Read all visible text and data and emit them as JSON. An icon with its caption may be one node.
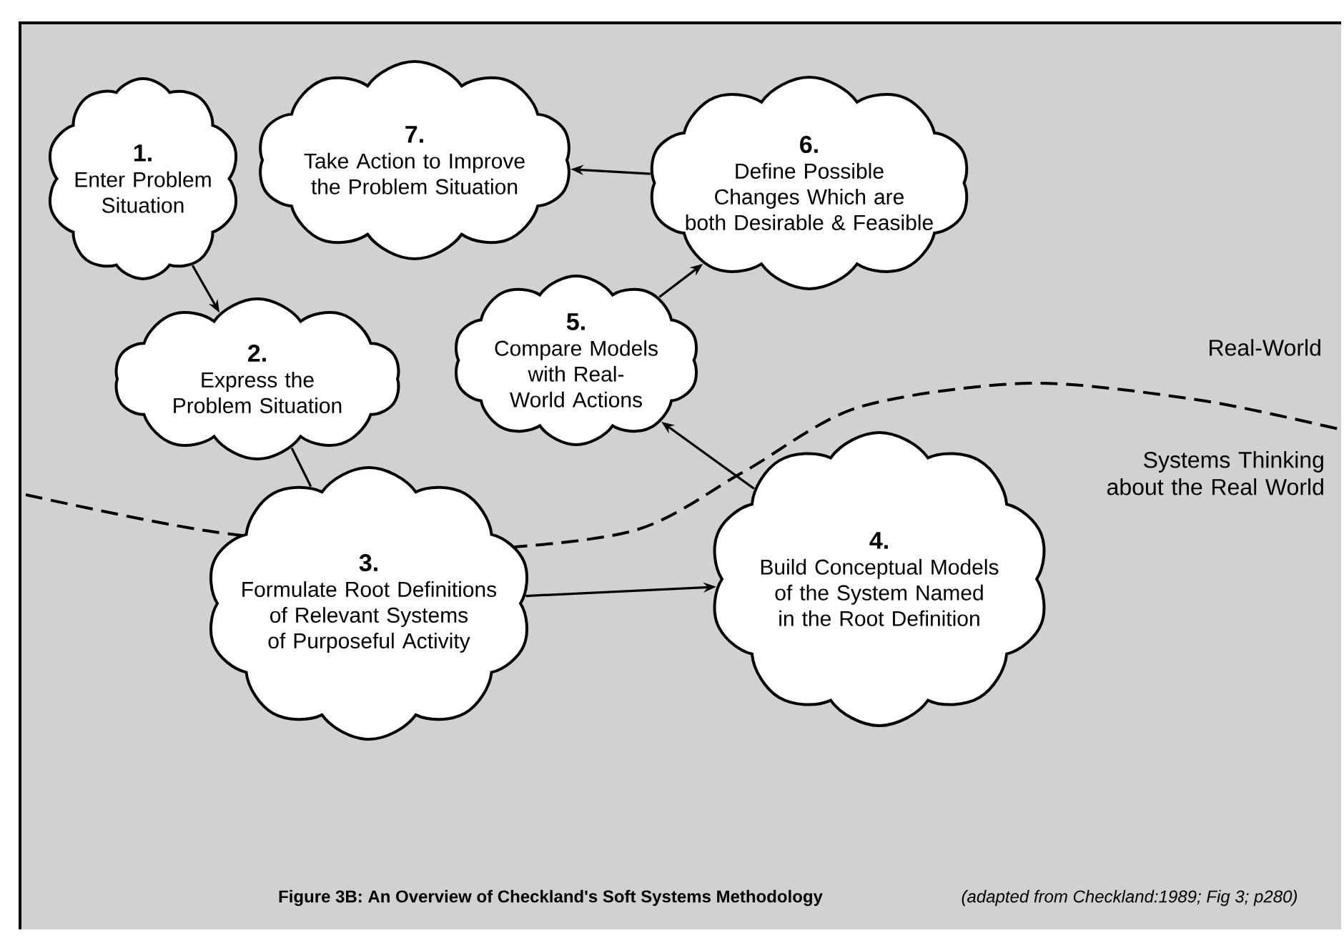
{
  "diagram": {
    "caption": "Figure 3B: An Overview of Checkland's Soft Systems Methodology",
    "nodes": [
      {
        "text": [
          "1.",
          "Enter Problem Situation"
        ]
      },
      {
        "text": [
          "7.",
          "Take Action to Improve the Problem Situation"
        ]
      },
      {
        "text": [
          "6.",
          "Define Possible Changes Which are both Desirable & Feasible"
        ]
      },
      {
        "text": [
          "2.",
          "Express the Problem Situation"
        ]
      },
      {
        "text": [
          "5.",
          "Compare Models with Real-World Actions"
        ]
      },
      {
        "text": [
          "3.",
          "Formulate Root Definitions of Relevant Systems of Purposeful Activity"
        ]
      },
      {
        "text": [
          "4.",
          "Build Conceptual Models of the System Named in the Root Definition"
        ]
      }
    ],
    "edges": [
      {
        "from": 0,
        "to": 3,
        "arrow": "to"
      },
      {
        "from": 3,
        "to": 5,
        "arrow": "none"
      },
      {
        "from": 5,
        "to": 6,
        "arrow": "to"
      },
      {
        "from": 6,
        "to": 4,
        "arrow": "to"
      },
      {
        "from": 4,
        "to": 2,
        "arrow": "to"
      },
      {
        "from": 2,
        "to": 1,
        "arrow": "to"
      }
    ],
    "labels": [
      "Real-World",
      "Systems Thinking about the Real World",
      "(adapted from Checkland:1989; Fig 3; p280)"
    ]
  }
}
